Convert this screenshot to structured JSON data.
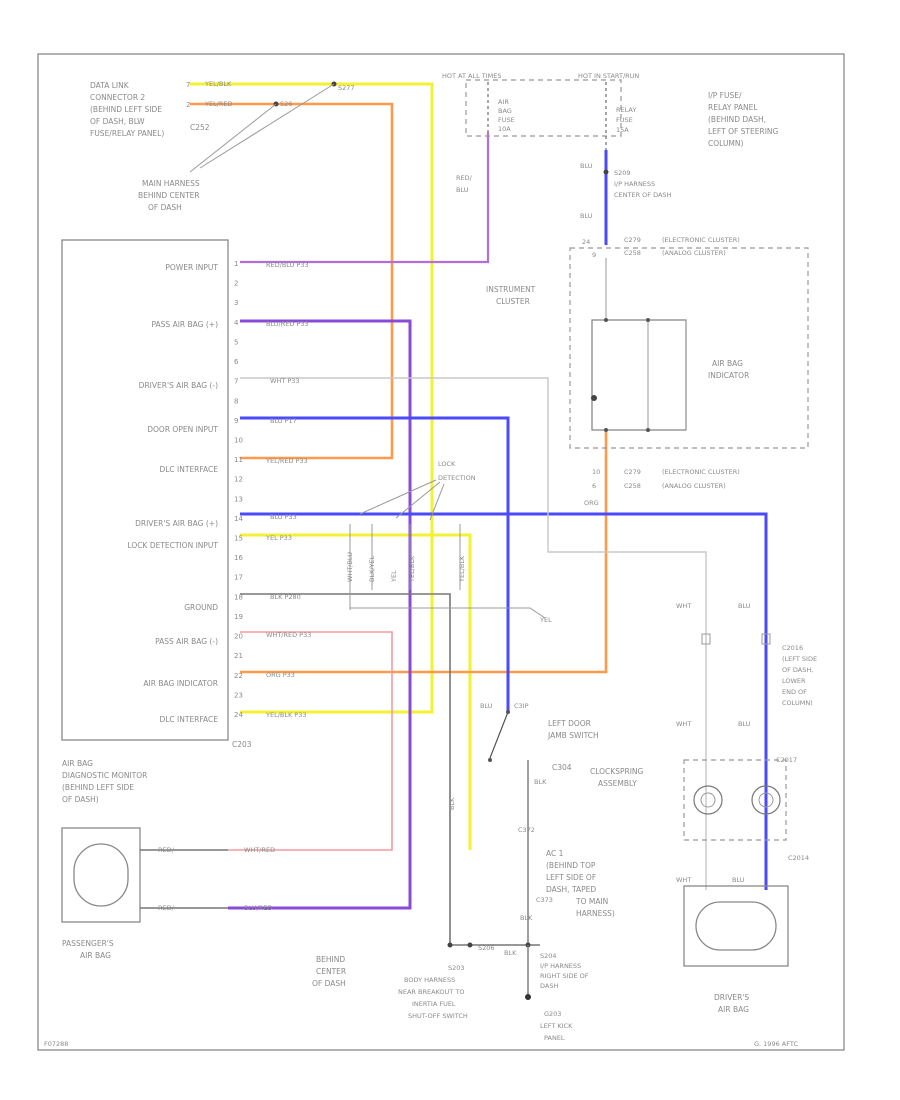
{
  "diagram": {
    "dlc": {
      "lines": [
        "DATA LINK",
        "CONNECTOR 2",
        "(BEHIND LEFT SIDE",
        "OF DASH, BLW",
        "FUSE/RELAY PANEL)"
      ],
      "pins": [
        "7",
        "2"
      ],
      "wire_labels": [
        "YEL/BLK",
        "YEL/RED"
      ],
      "splice_labels": [
        "S277",
        "S26"
      ],
      "connector": "C252"
    },
    "main_harness": [
      "MAIN HARNESS",
      "BEHIND CENTER",
      "OF DASH"
    ],
    "hot_at_all_times": "HOT AT ALL TIMES",
    "hot_run_start": "HOT IN START/RUN",
    "air_bag_fuse": [
      "AIR",
      "BAG",
      "FUSE",
      "10A"
    ],
    "relay_fuse": [
      "RELAY",
      "FUSE",
      "15A"
    ],
    "fuse_panel": [
      "I/P FUSE/",
      "RELAY PANEL",
      "(BEHIND DASH,",
      "LEFT OF STEERING",
      "COLUMN)"
    ],
    "red_blu": [
      "RED/",
      "BLU"
    ],
    "blu_top": "BLU",
    "s209": [
      "S209",
      "I/P HARNESS",
      "CENTER OF DASH"
    ],
    "blu_mid": "BLU",
    "cluster_conn_top": {
      "pins": [
        "24",
        "9"
      ],
      "names": [
        "C279",
        "C258"
      ],
      "desc": [
        "(ELECTRONIC CLUSTER)",
        "(ANALOG CLUSTER)"
      ]
    },
    "instrument_cluster": [
      "INSTRUMENT",
      "CLUSTER"
    ],
    "air_bag_indicator": [
      "AIR BAG",
      "INDICATOR"
    ],
    "cluster_conn_bottom": {
      "pins": [
        "10",
        "6"
      ],
      "names": [
        "C279",
        "C258"
      ],
      "desc": [
        "(ELECTRONIC CLUSTER)",
        "(ANALOG CLUSTER)"
      ]
    },
    "org": "ORG",
    "monitor_inputs": [
      "POWER INPUT",
      "PASS AIR BAG (+)",
      "DRIVER'S AIR BAG (-)",
      "DOOR OPEN INPUT",
      "DLC INTERFACE",
      "DRIVER'S AIR BAG (+)",
      "LOCK DETECTION INPUT",
      "GROUND",
      "PASS AIR BAG (-)",
      "AIR BAG INDICATOR",
      "DLC INTERFACE"
    ],
    "pin_numbers": [
      "1",
      "2",
      "3",
      "4",
      "5",
      "6",
      "7",
      "8",
      "9",
      "10",
      "11",
      "12",
      "13",
      "14",
      "15",
      "16",
      "17",
      "18",
      "19",
      "20",
      "21",
      "22",
      "23",
      "24"
    ],
    "monitor_wires": [
      "RED/BLU   P33",
      "BLU/RED   P33",
      "WHT   P33",
      "BLU   P17",
      "YEL/RED   P33",
      "BLU   P33",
      "YEL   P33",
      "BLK   P280",
      "WHT/RED   P33",
      "ORG   P33",
      "YEL/BLK   P33"
    ],
    "monitor_conn": "C203",
    "monitor_label": [
      "AIR BAG",
      "DIAGNOSTIC MONITOR",
      "(BEHIND LEFT SIDE",
      "OF DASH)"
    ],
    "lock_detection": [
      "LOCK",
      "DETECTION"
    ],
    "shorting_labels": [
      "WHT/BLU",
      "BLK/YEL",
      "YEL",
      "YEL/BLK",
      "YEL/BLK"
    ],
    "yel": "YEL",
    "door_switch": {
      "label": [
        "LEFT DOOR",
        "JAMB SWITCH"
      ],
      "wire": "BLU",
      "conn": "C3IP"
    },
    "blk_labels": [
      "BLK",
      "BLK",
      "BLK",
      "BLK"
    ],
    "c304": "C304",
    "c372": [
      "C372",
      "C373"
    ],
    "acp": [
      "AC 1",
      "(BEHIND TOP",
      "LEFT SIDE OF",
      "DASH, TAPED",
      "TO MAIN",
      "HARNESS)"
    ],
    "s206": "S206",
    "s203": [
      "S203",
      "BODY HARNESS",
      "NEAR BREAKOUT TO",
      "INERTIA FUEL",
      "SHUT-OFF SWITCH"
    ],
    "s204": [
      "S204",
      "I/P HARNESS",
      "RIGHT SIDE OF",
      "DASH"
    ],
    "g203": [
      "G203",
      "LEFT KICK",
      "PANEL"
    ],
    "behind_center": [
      "BEHIND",
      "CENTER",
      "OF DASH"
    ],
    "pass_bag_wires": [
      "RED/",
      "RED/",
      "WHT/RED",
      "BLU/RED"
    ],
    "pass_bag_label": [
      "PASSENGER'S",
      "AIR BAG"
    ],
    "wht_blu_right": [
      "WHT",
      "BLU"
    ],
    "c2016": [
      "C2016",
      "(LEFT SIDE",
      "OF DASH,",
      "LOWER",
      "END OF",
      "COLUMN)"
    ],
    "wht_blu_right2": [
      "WHT",
      "BLU"
    ],
    "c2017": "C2017",
    "clockspring": [
      "CLOCKSPRING",
      "ASSEMBLY"
    ],
    "c2014": "C2014",
    "wht_blu_right3": [
      "WHT",
      "BLU"
    ],
    "driver_bag_label": [
      "DRIVER'S",
      "AIR BAG"
    ],
    "footer_left": "F07288",
    "footer_right": "G. 1996 AFTC"
  },
  "colors": {
    "yellow": "#f2f233",
    "orange": "#ff9a4a",
    "blue": "#4a4aff",
    "purple": "#9a4ad8",
    "pink": "#f59aa0",
    "gray": "#777777"
  }
}
